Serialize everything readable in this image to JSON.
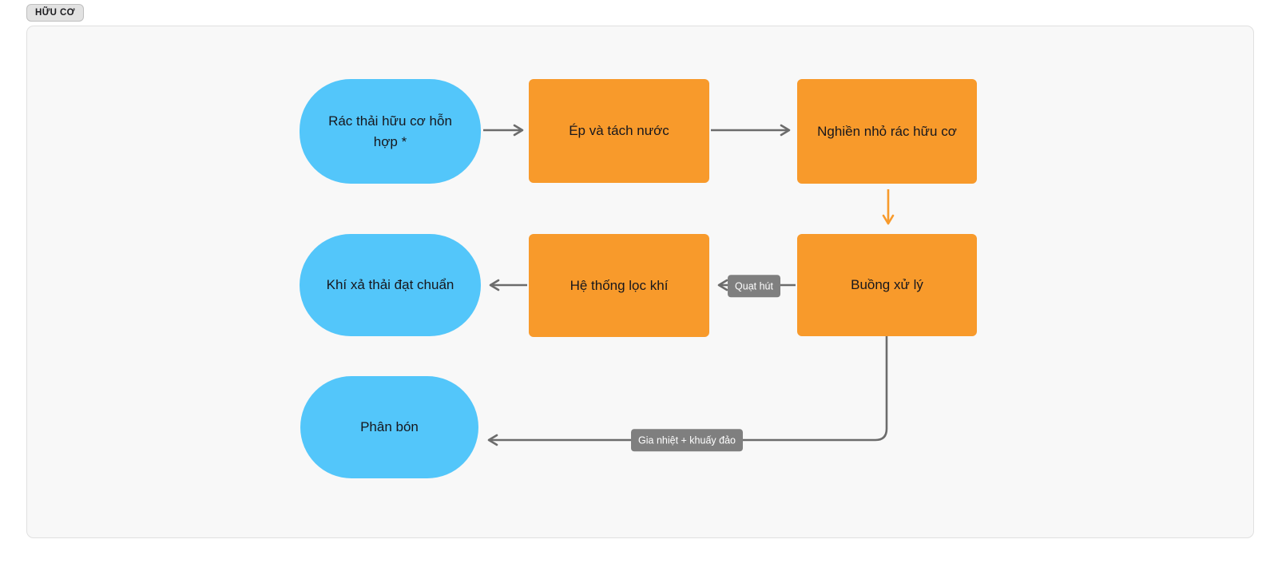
{
  "badge": {
    "label": "HỮU CƠ"
  },
  "colors": {
    "node_terminal_blue": "#53c6fa",
    "node_process_orange": "#f89a2b",
    "connector_gray": "#6c6c6c",
    "connector_orange": "#f89a2b",
    "edge_label_gray": "#7f7f7f",
    "frame_fill": "#f8f8f8",
    "frame_border": "#e0e0e0"
  },
  "nodes": [
    {
      "id": "input-waste",
      "type": "terminal",
      "label": "Rác thải hữu cơ hỗn hợp *"
    },
    {
      "id": "press-dewater",
      "type": "process",
      "label": "Ép và tách nước"
    },
    {
      "id": "shred",
      "type": "process",
      "label": "Nghiền nhỏ rác hữu cơ"
    },
    {
      "id": "clean-exhaust",
      "type": "terminal",
      "label": "Khí xả thải đạt chuẩn"
    },
    {
      "id": "air-filter",
      "type": "process",
      "label": "Hệ thống lọc khí"
    },
    {
      "id": "treatment-chamber",
      "type": "process",
      "label": "Buồng xử lý"
    },
    {
      "id": "fertilizer",
      "type": "terminal",
      "label": "Phân bón"
    }
  ],
  "edges": [
    {
      "from": "input-waste",
      "to": "press-dewater",
      "label": ""
    },
    {
      "from": "press-dewater",
      "to": "shred",
      "label": ""
    },
    {
      "from": "shred",
      "to": "treatment-chamber",
      "label": ""
    },
    {
      "from": "treatment-chamber",
      "to": "air-filter",
      "label": "Quạt hút"
    },
    {
      "from": "air-filter",
      "to": "clean-exhaust",
      "label": ""
    },
    {
      "from": "treatment-chamber",
      "to": "fertilizer",
      "label": "Gia nhiệt + khuấy đảo"
    }
  ]
}
